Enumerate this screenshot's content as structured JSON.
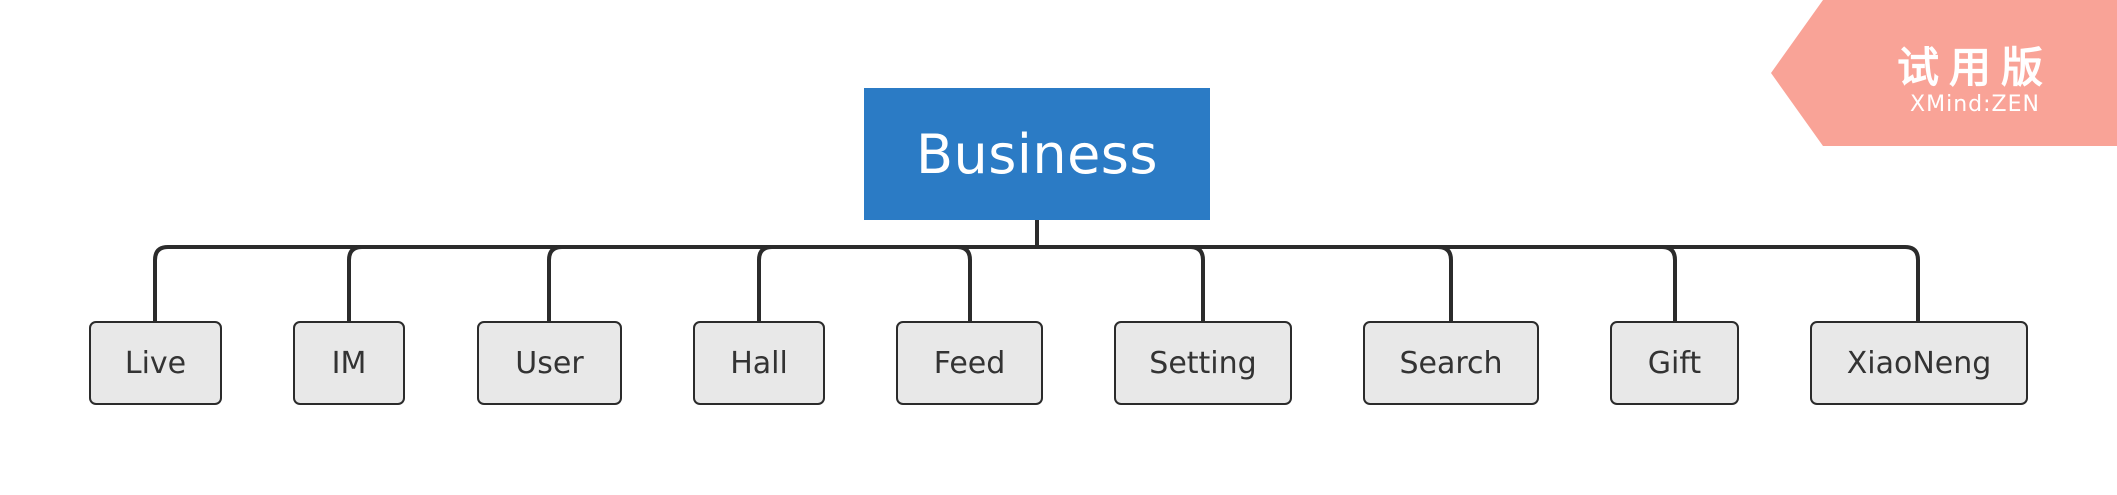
{
  "diagram": {
    "root": {
      "label": "Business"
    },
    "children": [
      {
        "label": "Live"
      },
      {
        "label": "IM"
      },
      {
        "label": "User"
      },
      {
        "label": "Hall"
      },
      {
        "label": "Feed"
      },
      {
        "label": "Setting"
      },
      {
        "label": "Search"
      },
      {
        "label": "Gift"
      },
      {
        "label": "XiaoNeng"
      }
    ]
  },
  "watermark": {
    "title": "试用版",
    "subtitle": "XMind:ZEN"
  },
  "colors": {
    "root_fill": "#2b7bc5",
    "node_fill": "#e8e8e8",
    "line": "#2b2b2b",
    "watermark_fill": "#f9a397"
  }
}
